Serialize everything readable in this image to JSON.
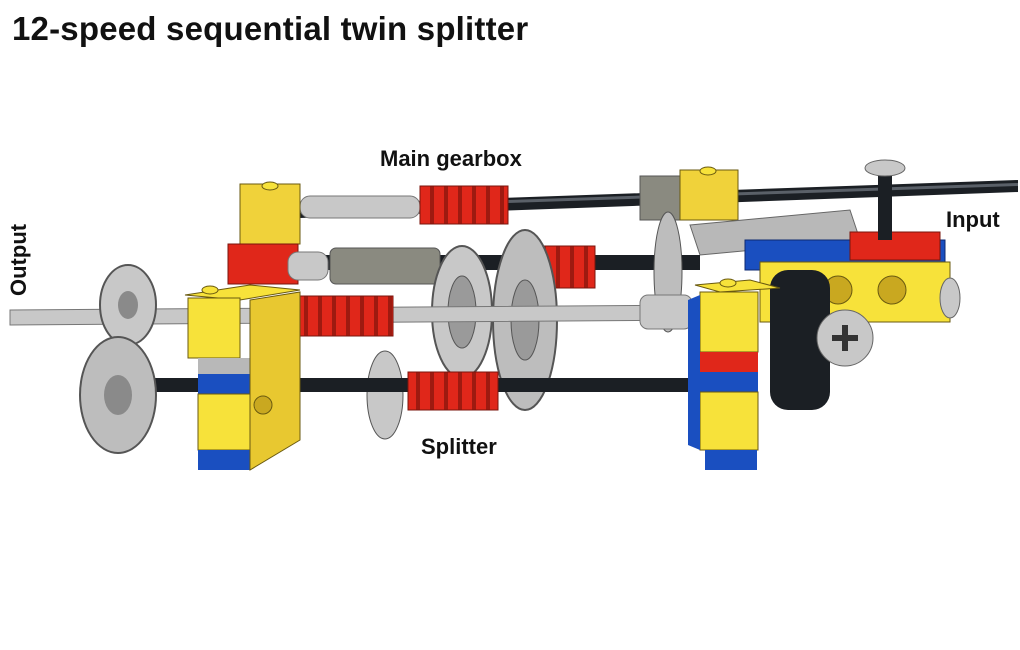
{
  "title": "12-speed sequential twin splitter",
  "labels": {
    "main_gearbox": "Main gearbox",
    "input": "Input",
    "splitter": "Splitter",
    "output": "Output"
  },
  "colors": {
    "yellow": "#f7e23a",
    "red": "#e0271a",
    "blue": "#1a4fc0",
    "light_gray": "#c8c8c8",
    "dark_gray": "#7a7a72",
    "black": "#1b1f24"
  }
}
